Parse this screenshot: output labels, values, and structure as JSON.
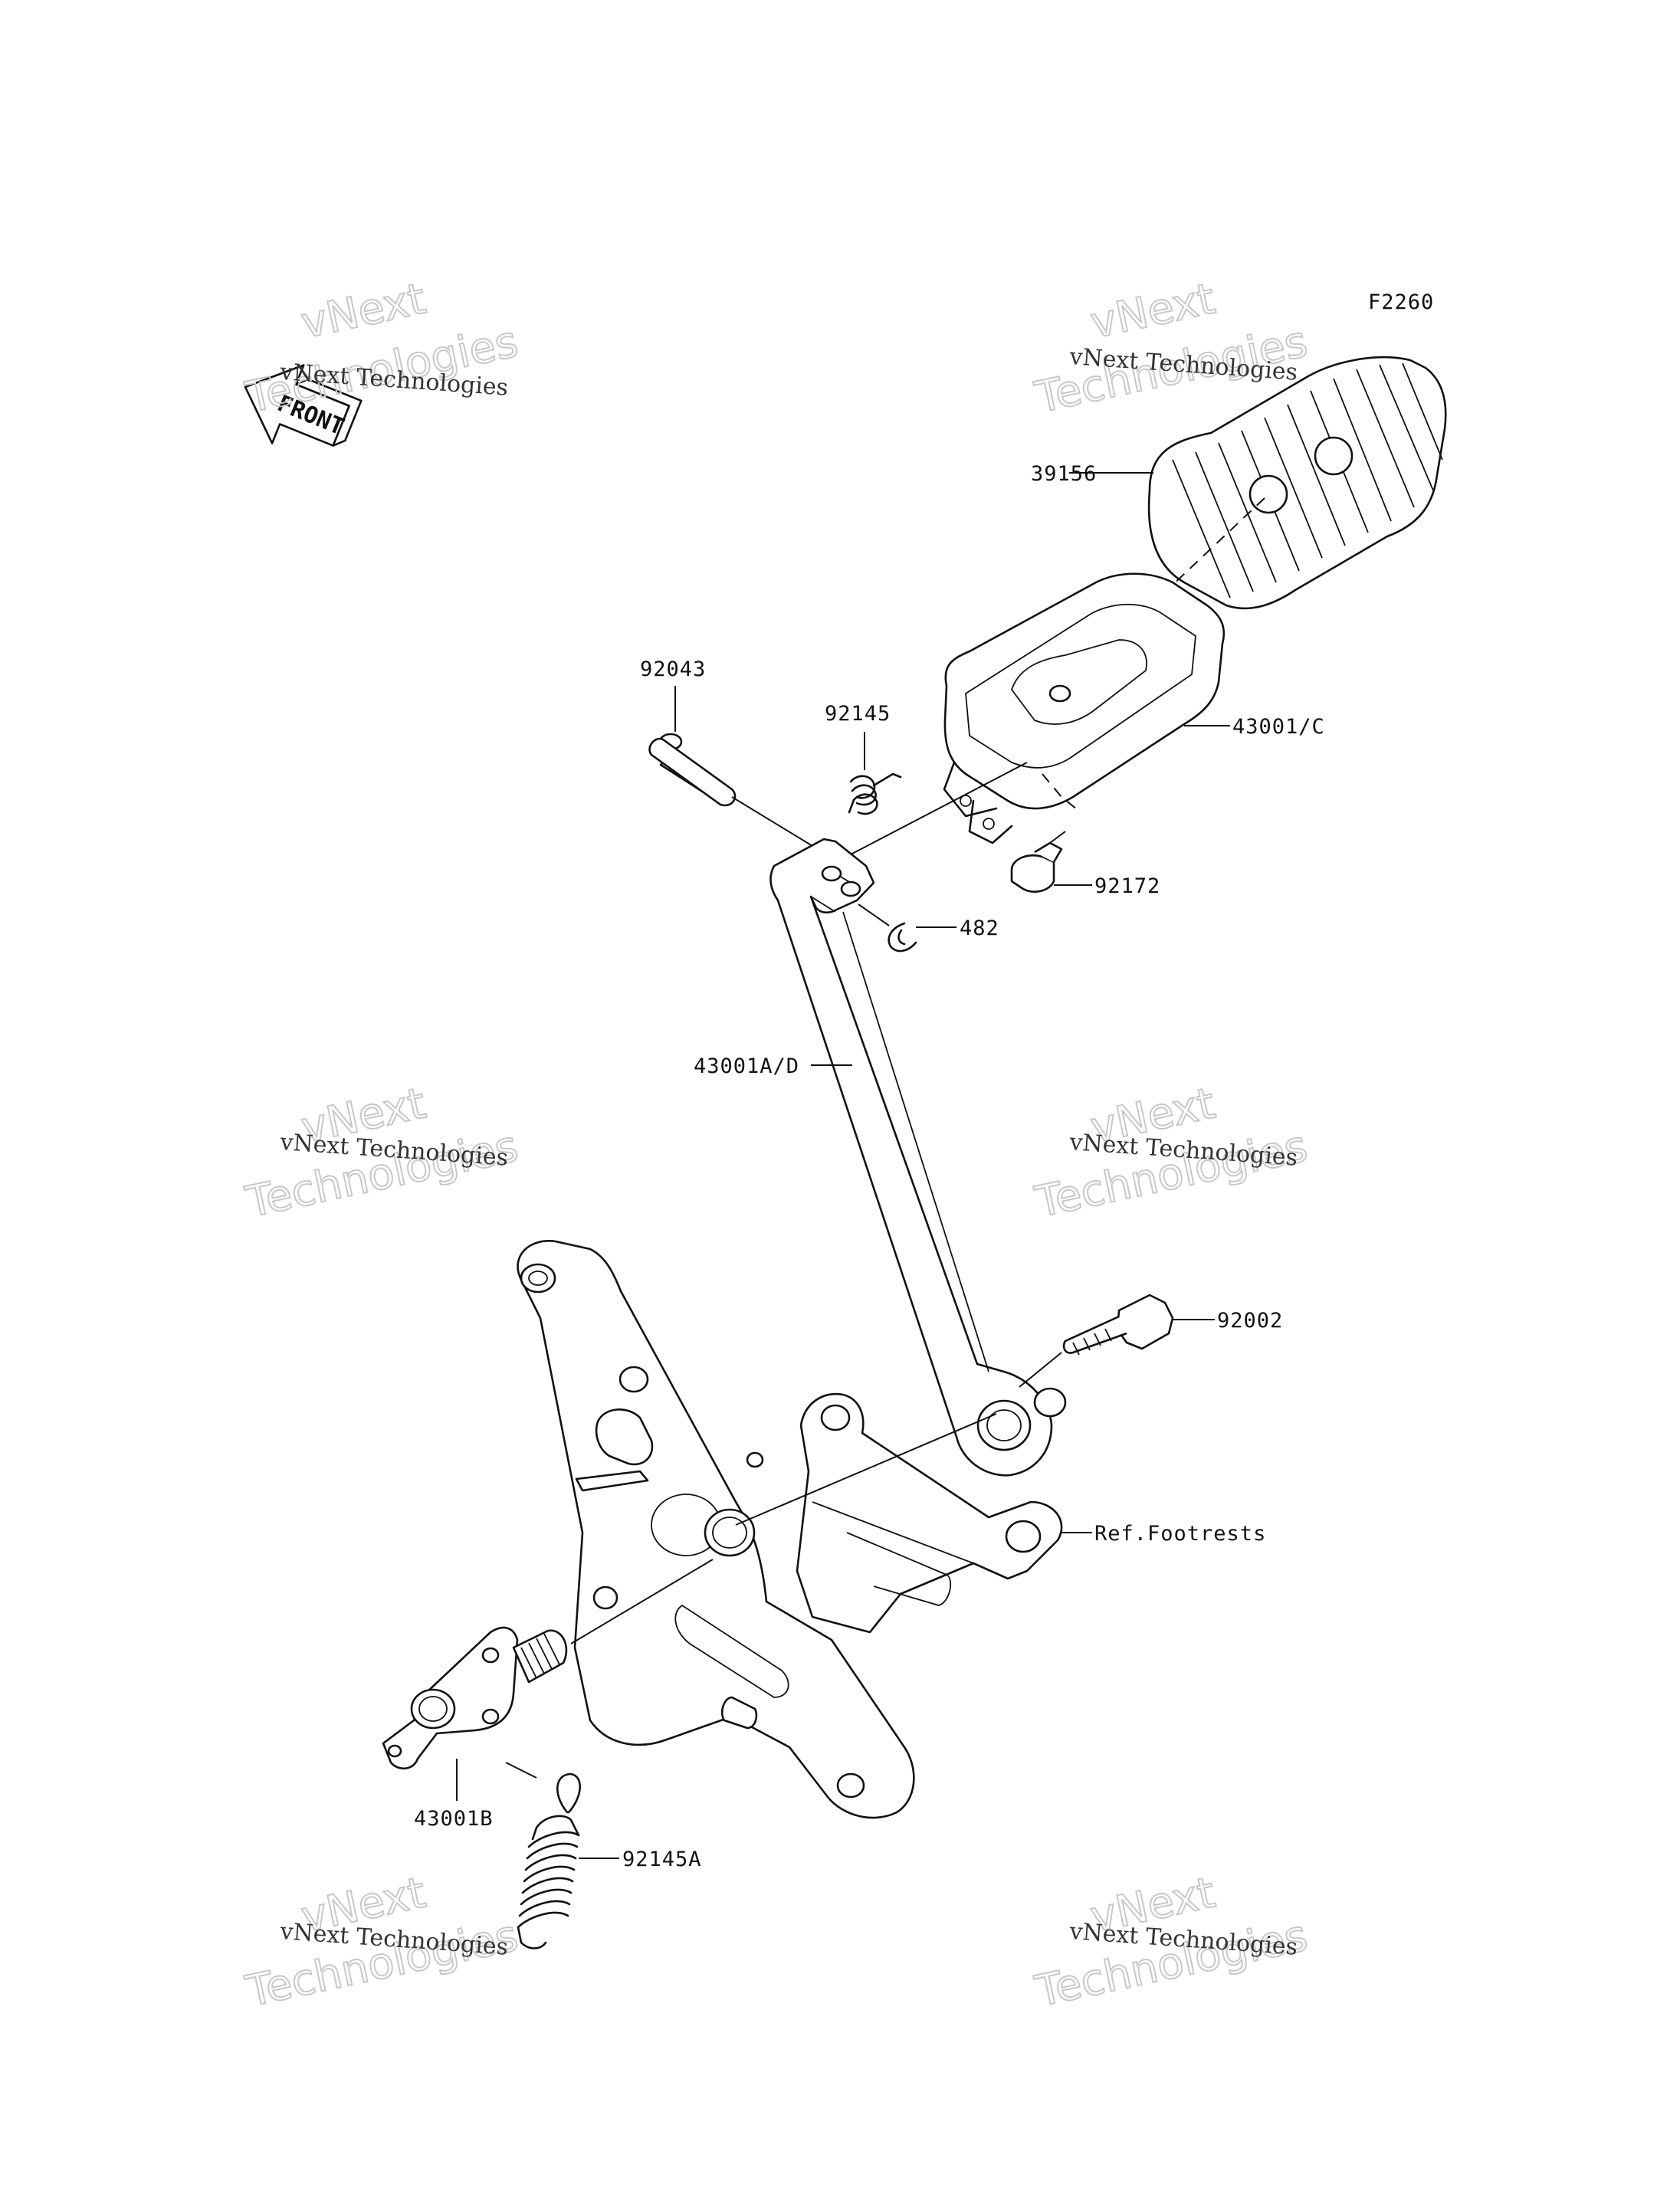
{
  "figure_code": "F2260",
  "front_arrow_text": "FRONT",
  "watermark": {
    "line1": "vNext Technologies",
    "line2a": "vNext",
    "line2b": "Technologies"
  },
  "parts": {
    "pedal_pad": "39156",
    "pedal_holder": "43001/C",
    "pin": "92043",
    "torsion_spring": "92145",
    "bolt_small": "92172",
    "clip": "482",
    "pedal_lever": "43001A/D",
    "bolt_pivot": "92002",
    "footrest_ref": "Ref.Footrests",
    "lever_arm": "43001B",
    "return_spring": "92145A"
  }
}
